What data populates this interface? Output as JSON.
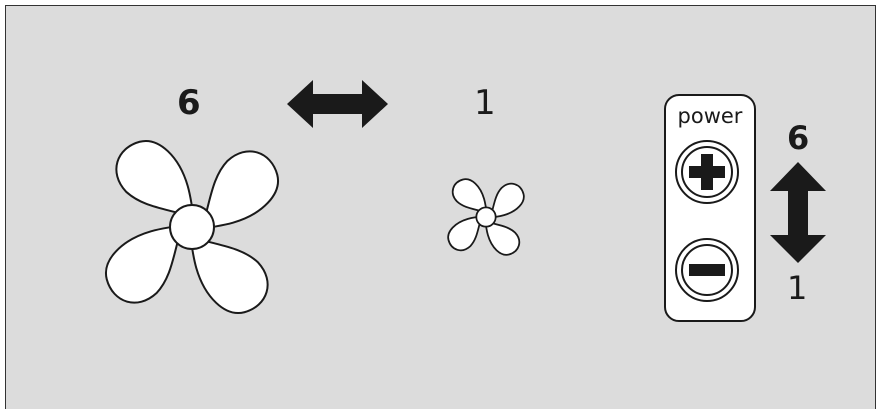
{
  "colors": {
    "panel_background": "#dcdcdc",
    "outline": "#1a1a1a",
    "fan_fill": "#ffffff",
    "arrow_fill": "#1a1a1a",
    "button_face": "#ffffff"
  },
  "speed_comparison": {
    "large_fan_label": "6",
    "small_fan_label": "1"
  },
  "remote": {
    "title": "power",
    "increase_icon": "plus-icon",
    "decrease_icon": "minus-icon",
    "max_label": "6",
    "min_label": "1"
  },
  "icons": {
    "horizontal_arrow": "double-arrow-horizontal-icon",
    "vertical_arrow": "double-arrow-vertical-icon",
    "large_fan": "fan-icon",
    "small_fan": "fan-icon"
  }
}
